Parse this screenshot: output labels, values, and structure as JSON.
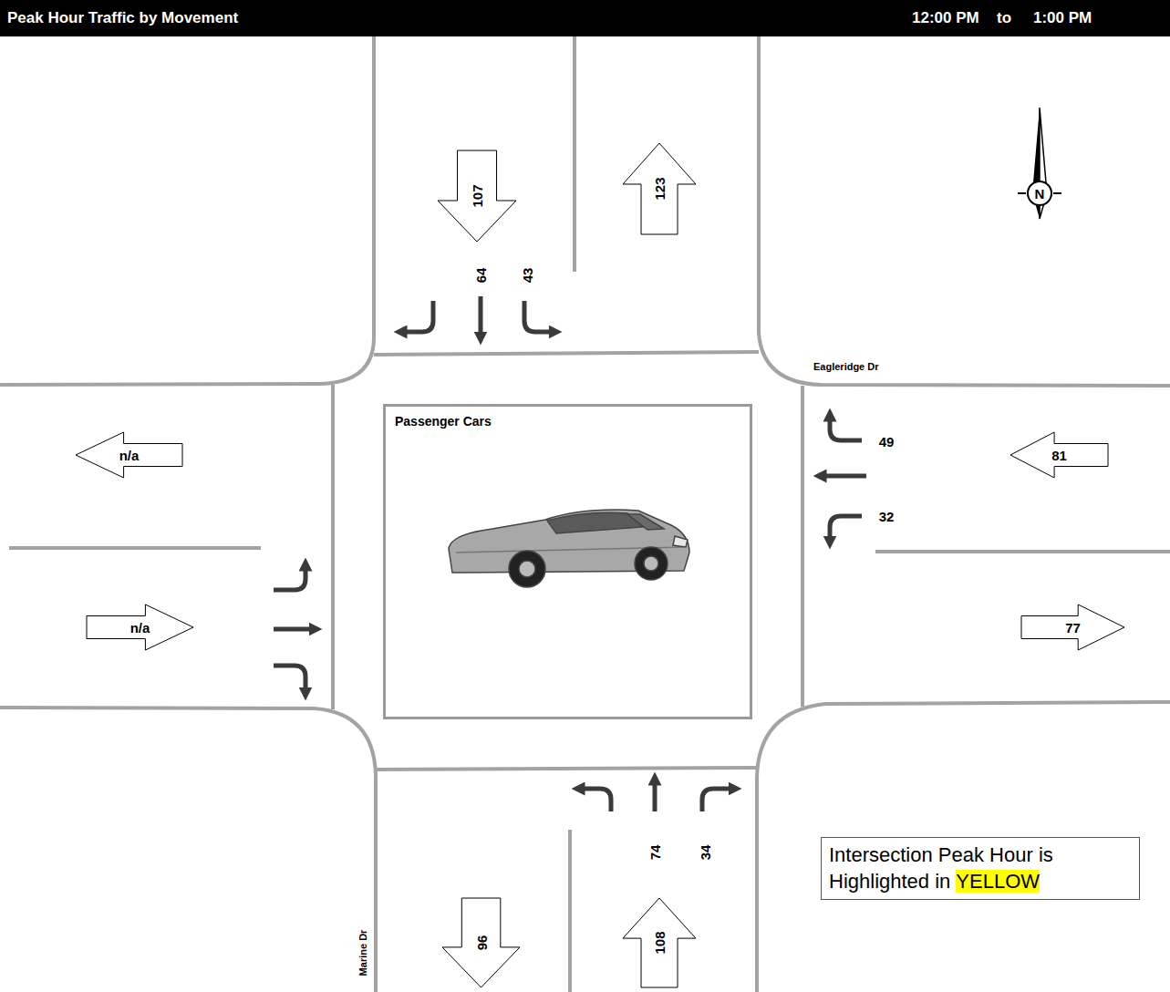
{
  "diagram": {
    "title": "Peak Hour Traffic by Movement",
    "nodes": [
      {
        "text": [
          "107"
        ]
      },
      {
        "text": [
          "123"
        ]
      },
      {
        "text": [
          "Passenger Cars"
        ]
      },
      {
        "text": [
          "n/a"
        ]
      },
      {
        "text": [
          "81"
        ]
      },
      {
        "text": [
          "n/a"
        ]
      },
      {
        "text": [
          "77"
        ]
      },
      {
        "text": [
          "96"
        ]
      },
      {
        "text": [
          "108"
        ]
      },
      {
        "text": [
          "Intersection Peak Hour is Highlighted in",
          "YELLOW"
        ]
      }
    ],
    "labels": [
      "12:00 PM",
      "to",
      "1:00 PM",
      "N",
      "64",
      "43",
      "Eagleridge Dr",
      "49",
      "32",
      "74",
      "34",
      "Marine Dr"
    ]
  }
}
